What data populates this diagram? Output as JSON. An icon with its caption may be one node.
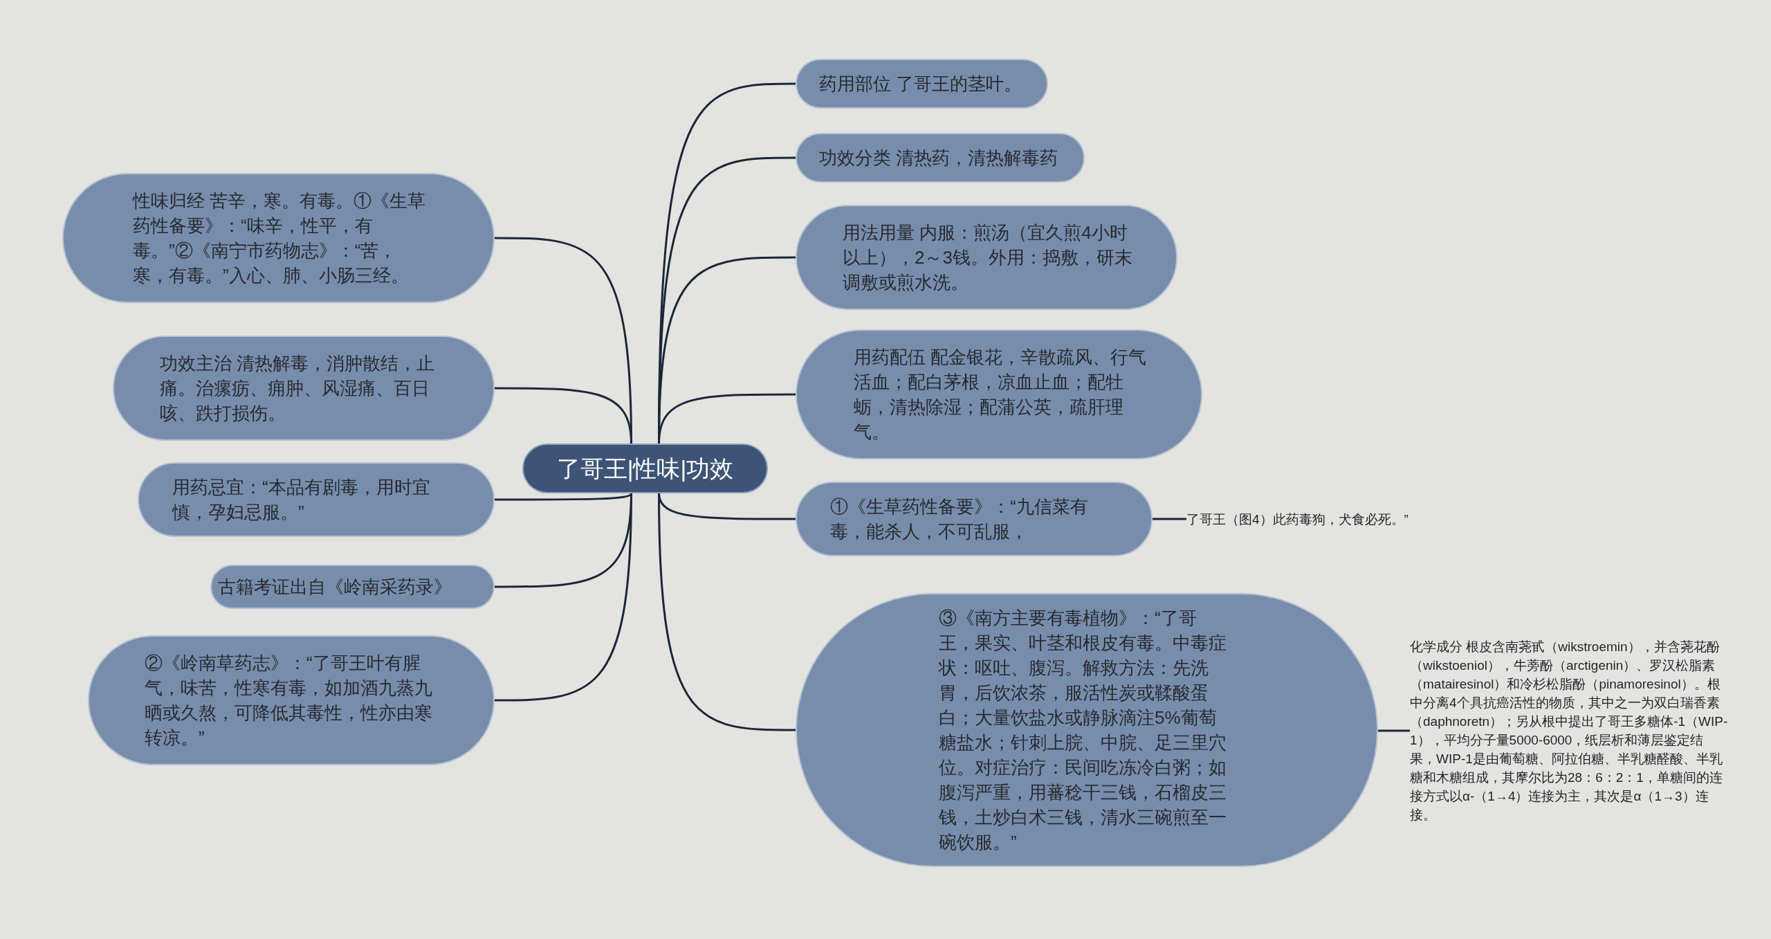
{
  "diagram": {
    "nodes": [
      {
        "text": [
          "了哥王|性味|功效"
        ]
      },
      {
        "text": [
          "药用部位 了哥王的茎叶。"
        ]
      },
      {
        "text": [
          "功效分类 清热药，清热解毒药"
        ]
      },
      {
        "text": [
          "用法用量 内服：煎汤（宜久煎4小时以上），2～3钱。外用：捣敷，研末调敷或煎水洗。"
        ]
      },
      {
        "text": [
          "用药配伍 配金银花，辛散疏风、行气活血；配白茅根，凉血止血；配牡蛎，清热除湿；配蒲公英，疏肝理气。"
        ]
      },
      {
        "text": [
          "①《生草药性备要》：“九信菜有毒，能杀人，不可乱服，"
        ]
      },
      {
        "text": [
          "了哥王（图4）此药毒狗，犬食必死。”"
        ]
      },
      {
        "text": [
          "③《南方主要有毒植物》：“了哥王，果实、叶茎和根皮有毒。中毒症状：呕吐、腹泻。解救方法：先洗胃，后饮浓茶，服活性炭或鞣酸蛋白；大量饮盐水或静脉滴注5%葡萄糖盐水；针刺上脘、中脘、足三里穴位。对症治疗：民间吃冻冷白粥；如腹泻严重，用蕃稔干三钱，石榴皮三钱，土炒白术三钱，清水三碗煎至一碗饮服。”"
        ]
      },
      {
        "text": [
          "化学成分 根皮含南荛甙（wikstroemin），并含荛花酚（wikstoeniol），牛蒡酚（arctigenin）、罗汉松脂素（matairesinol）和冷杉松脂酚（pinamoresinol）。根中分离4个具抗癌活性的物质，其中之一为双白瑞香素（daphnoretn）；另从根中提出了哥王多糖体-1（WIP-1），平均分子量5000-6000，纸层析和薄层鉴定结果，WIP-1是由葡萄糖、阿拉伯糖、半乳糖醛酸、半乳糖和木糖组成，其摩尔比为28：6：2：1，单糖间的连接方式以α-（1→4）连接为主，其次是α（1→3）连接。"
        ]
      },
      {
        "text": [
          "性味归经 苦辛，寒。有毒。①《生草药性备要》：“味辛，性平，有毒。”②《南宁市药物志》：“苦，寒，有毒。”入心、肺、小肠三经。"
        ]
      },
      {
        "text": [
          "功效主治 清热解毒，消肿散结，止痛。治瘰疬、痈肿、风湿痛、百日咳、跌打损伤。"
        ]
      },
      {
        "text": [
          "用药忌宜：“本品有剧毒，用时宜慎，孕妇忌服。”"
        ]
      },
      {
        "text": [
          "古籍考证出自《岭南采药录》"
        ]
      },
      {
        "text": [
          "②《岭南草药志》：“了哥王叶有腥气，味苦，性寒有毒，如加酒九蒸九晒或久熬，可降低其毒性，性亦由寒转凉。”"
        ]
      }
    ],
    "edges": [
      {
        "from": 0,
        "to": 1,
        "arrow": "none"
      },
      {
        "from": 0,
        "to": 2,
        "arrow": "none"
      },
      {
        "from": 0,
        "to": 3,
        "arrow": "none"
      },
      {
        "from": 0,
        "to": 4,
        "arrow": "none"
      },
      {
        "from": 0,
        "to": 5,
        "arrow": "none"
      },
      {
        "from": 5,
        "to": 6,
        "arrow": "none"
      },
      {
        "from": 0,
        "to": 7,
        "arrow": "none"
      },
      {
        "from": 7,
        "to": 8,
        "arrow": "none"
      },
      {
        "from": 0,
        "to": 9,
        "arrow": "none"
      },
      {
        "from": 0,
        "to": 10,
        "arrow": "none"
      },
      {
        "from": 0,
        "to": 11,
        "arrow": "none"
      },
      {
        "from": 0,
        "to": 12,
        "arrow": "none"
      },
      {
        "from": 0,
        "to": 13,
        "arrow": "none"
      }
    ]
  }
}
